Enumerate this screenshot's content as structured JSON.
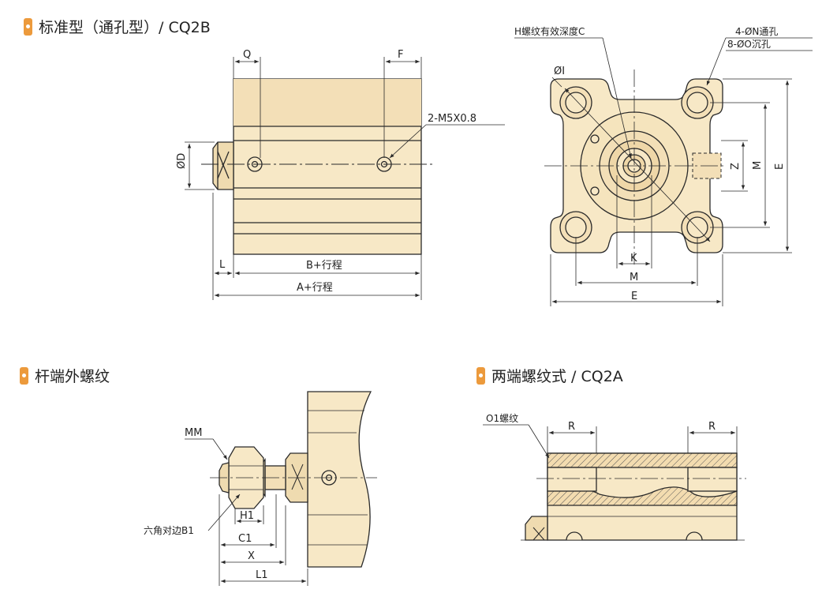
{
  "headings": {
    "standard": "标准型（通孔型）/ CQ2B",
    "rod_thread": "杆端外螺纹",
    "both_thread": "两端螺纹式 / CQ2A"
  },
  "labels": {
    "Q": "Q",
    "F": "F",
    "port": "2-M5X0.8",
    "D": "ØD",
    "L": "L",
    "B_stroke": "B+行程",
    "A_stroke": "A+行程",
    "H_thread": "H螺纹有效深度C",
    "N_hole": "4-ØN通孔",
    "O_hole": "8-ØO沉孔",
    "I": "ØI",
    "Z": "Z",
    "M_vert": "M",
    "E_vert": "E",
    "K": "K",
    "M_horiz": "M",
    "E_horiz": "E",
    "MM": "MM",
    "H1": "H1",
    "hex": "六角对边B1",
    "C1": "C1",
    "X": "X",
    "L1": "L1",
    "O1": "O1螺纹",
    "R_left": "R",
    "R_right": "R"
  },
  "colors": {
    "body": "#f7e8c6",
    "body_shadow": "#ebd6a8",
    "line": "#2a2a2a",
    "accent": "#ec9a3c"
  }
}
